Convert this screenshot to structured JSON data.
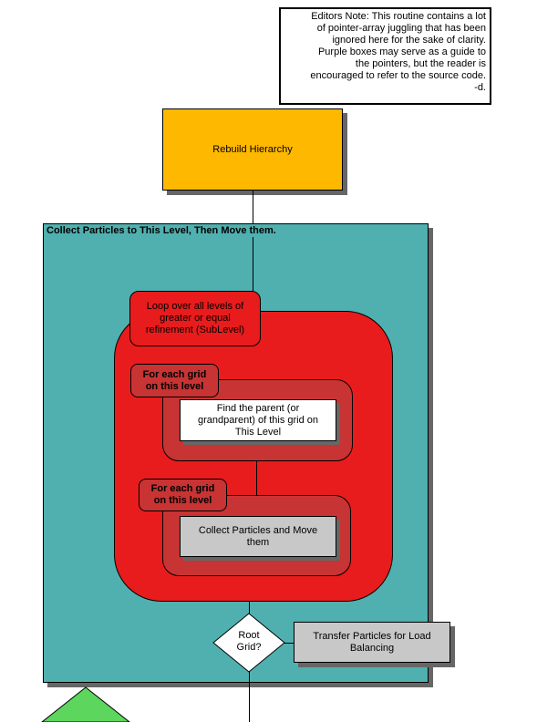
{
  "editors_note": {
    "lines": [
      "Editors Note:  This routine contains a lot",
      "of pointer-array juggling that has been",
      "ignored here for the sake of clarity.",
      "Purple boxes may serve as a guide to",
      "the pointers, but the reader is",
      "encouraged to refer to the source code.",
      "-d."
    ]
  },
  "rebuild": {
    "label": "Rebuild Hierarchy"
  },
  "collect_section": {
    "title": "Collect Particles to This Level, Then Move them."
  },
  "loop_levels": {
    "line1": "Loop over all levels of",
    "line2": "greater or equal",
    "line3": "refinement (SubLevel)"
  },
  "grid_loop_1": {
    "line1": "For each grid",
    "line2": "on this level"
  },
  "find_parent": {
    "line1": "Find the parent (or",
    "line2": "grandparent) of this grid on",
    "line3": "This Level"
  },
  "grid_loop_2": {
    "line1": "For each grid",
    "line2": "on this level"
  },
  "collect_move": {
    "line1": "Collect Particles and Move",
    "line2": "them"
  },
  "root_grid": {
    "line1": "Root",
    "line2": "Grid?"
  },
  "transfer": {
    "line1": "Transfer Particles for Load",
    "line2": "Balancing"
  },
  "colors": {
    "orange": "#FFB800",
    "teal": "#50B0B0",
    "red": "#E81C1C",
    "dark_red": "#C83333",
    "grey": "#C8C8C8",
    "green": "#5CD65C",
    "shadow": "#666666"
  }
}
